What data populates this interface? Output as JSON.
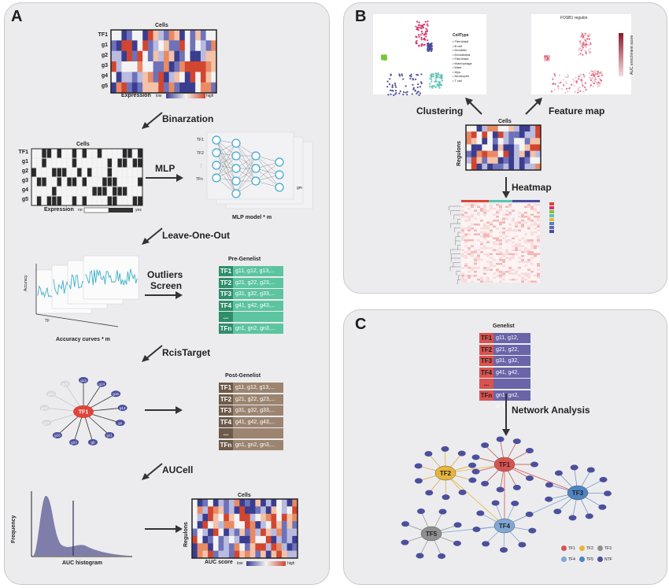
{
  "panels": {
    "a": "A",
    "b": "B",
    "c": "C"
  },
  "a": {
    "cells_title": "Cells",
    "row_labels": [
      "TF1",
      "g1",
      "g2",
      "g3",
      "g4",
      "g5"
    ],
    "expr_label": "Expression",
    "expr_low": "low",
    "expr_high": "high",
    "binarization": "Binarzation",
    "bin_cells_title": "Cells",
    "bin_row_labels": [
      "TF1",
      "g1",
      "g2",
      "g3",
      "g4",
      "g5"
    ],
    "bin_expr_label": "Expression",
    "bin_no": "no",
    "bin_yes": "yes",
    "mlp": "MLP",
    "mlp_inputs": [
      "TF1",
      "TF2",
      "⋮",
      "TFn"
    ],
    "mlp_output": "gm",
    "mlp_caption": "MLP model * m",
    "loo": "Leave-One-Out",
    "acc_ylabel": "Accuracy",
    "acc_xlabel": "TF",
    "acc_caption": "Accuracy curves * m",
    "outliers_1": "Outliers",
    "outliers_2": "Screen",
    "pre_title": "Pre-Genelist",
    "pre_rows": [
      {
        "k": "TF1",
        "v": "g11, g12, g13,..."
      },
      {
        "k": "TF2",
        "v": "g21, g22, g23,..."
      },
      {
        "k": "TF3",
        "v": "g31, g32, g33,..."
      },
      {
        "k": "TF4",
        "v": "g41, g42, g43,..."
      },
      {
        "k": "...",
        "v": ""
      },
      {
        "k": "TFn",
        "v": "gn1, gn2, gn3,..."
      }
    ],
    "rcis": "RcisTarget",
    "star_center": "TF1",
    "star_nodes": [
      "g13",
      "g14",
      "g15",
      "g12",
      "g1",
      "g11",
      "g9",
      "g10",
      "g16",
      "g17",
      "g18",
      "g19",
      "g20"
    ],
    "post_title": "Post-Genelist",
    "post_rows": [
      {
        "k": "TF1",
        "v": "g11, g12, g13,..."
      },
      {
        "k": "TF2",
        "v": "g21, g22, g23,..."
      },
      {
        "k": "TF3",
        "v": "g31, g32, g33,..."
      },
      {
        "k": "TF4",
        "v": "g41, g42, g43,..."
      },
      {
        "k": "...",
        "v": ""
      },
      {
        "k": "TFn",
        "v": "gn1, gn2, gn3,..."
      }
    ],
    "aucell": "AUCell",
    "freq_label": "Frequency",
    "auc_hist_label": "AUC histogram",
    "auc_cells_title": "Cells",
    "regulons": "Regulons",
    "auc_score": "AUC score",
    "auc_low": "low",
    "auc_high": "high"
  },
  "b": {
    "clustering": "Clustering",
    "feature_map": "Feature map",
    "cells_title": "Cells",
    "regulons": "Regulons",
    "heatmap": "Heatmap",
    "umap_title": "FOSB1 regulon",
    "celltype_title": "CellType",
    "celltypes": [
      "Fibroblast",
      "B cell",
      "Dendritic",
      "Endothelial",
      "Fibroblast",
      "Macrophage",
      "Mast",
      "Myo",
      "Neutrophil",
      "T cell"
    ],
    "colorbar_label": "AUC enrichment score"
  },
  "c": {
    "genelist_title": "Genelist",
    "rows": [
      {
        "k": "TF1",
        "v": "g11, g12, g13,..."
      },
      {
        "k": "TF2",
        "v": "g21, g22, g23,..."
      },
      {
        "k": "TF3",
        "v": "g31, g32, g33,..."
      },
      {
        "k": "TF4",
        "v": "g41, g42, g43,..."
      },
      {
        "k": "...",
        "v": ""
      },
      {
        "k": "TFn",
        "v": "gn1, gn2, gn3,..."
      }
    ],
    "network_analysis": "Network Analysis",
    "hubs": [
      "TF1",
      "TF2",
      "TF3",
      "TF4",
      "TF5"
    ],
    "legend": [
      "TF1",
      "TF2",
      "TF3",
      "TF4",
      "TF5",
      "NTF"
    ]
  },
  "colors": {
    "red": "#d9534f",
    "gold": "#e8b53a",
    "grey": "#8f8f8f",
    "lightblue": "#7fa8d6",
    "blue": "#4e84c4",
    "navy": "#4c4f9c",
    "teal": "#5cc4a0",
    "brown": "#9c8470",
    "purple": "#6a64a8"
  }
}
